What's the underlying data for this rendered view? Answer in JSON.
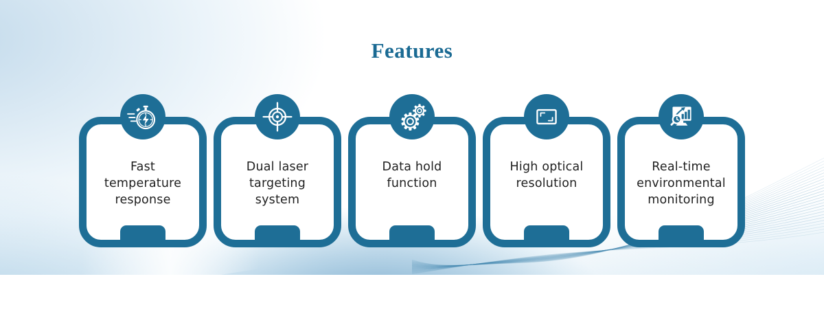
{
  "title": "Features",
  "colors": {
    "accent": "#1e6e96",
    "title_text": "#1a6a93",
    "body_text": "#1f1f1f",
    "wave_line": "#4388b0"
  },
  "cards": [
    {
      "icon": "stopwatch-lightning-icon",
      "label": "Fast\ntemperature\nresponse"
    },
    {
      "icon": "crosshair-target-icon",
      "label": "Dual laser\ntargeting\nsystem"
    },
    {
      "icon": "gears-icon",
      "label": "Data hold\nfunction"
    },
    {
      "icon": "frame-brackets-icon",
      "label": "High optical\nresolution"
    },
    {
      "icon": "monitor-analytics-icon",
      "label": "Real-time\nenvironmental\nmonitoring"
    }
  ]
}
